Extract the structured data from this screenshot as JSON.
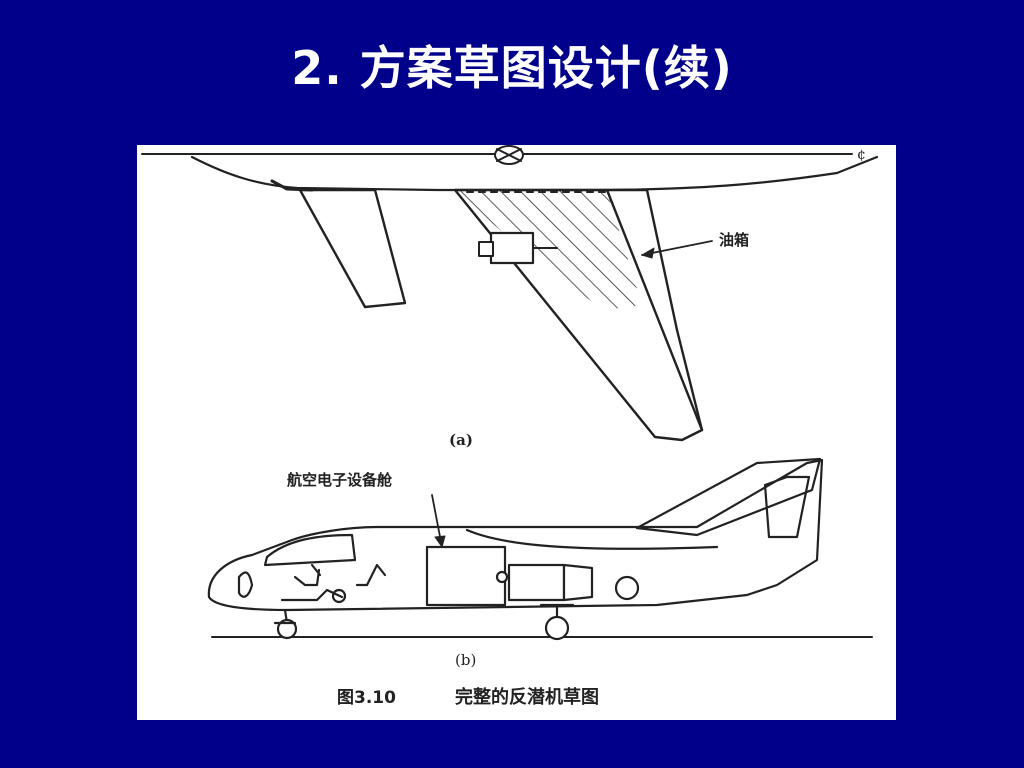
{
  "slide": {
    "title": "2. 方案草图设计(续)",
    "background_color": "#00008b",
    "title_color": "#ffffff"
  },
  "figure": {
    "top_view": {
      "callout_fuel_tank": "油箱",
      "centerline_mark": "¢",
      "caption": "(a)"
    },
    "side_view": {
      "callout_avionics_bay": "航空电子设备舱",
      "caption": "(b)"
    },
    "caption_number": "图3.10",
    "caption_text": "完整的反潜机草图"
  }
}
